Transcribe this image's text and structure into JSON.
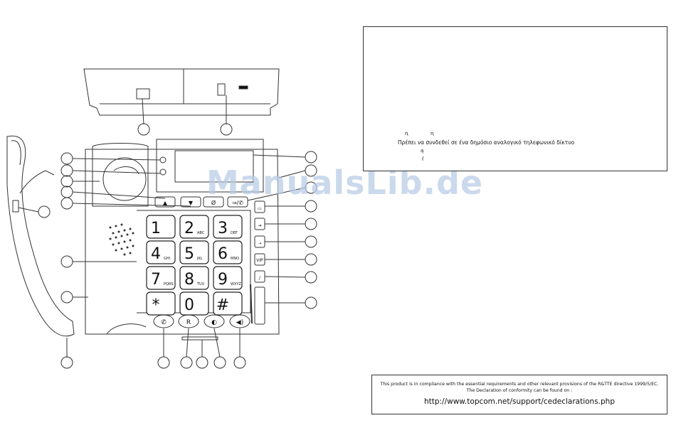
{
  "warning_box": {
    "greek_text": "Πρέπει να συνδεθεί σε ένα δημόσιο αναλογικό τηλεφωνικό δίκτυο",
    "glyph_1": "ꞑ",
    "glyph_2": "ꞑ",
    "glyph_3": "ą",
    "glyph_4": "ſ"
  },
  "compliance_box": {
    "line1": "This product is in compliance with the essential requirements and other relevant provisions of the R&TTE directive 1999/5/EC.",
    "line2": "The Declaration of conformity can be found on :",
    "url": "http://www.topcom.net/support/cedeclarations.php"
  },
  "phone": {
    "keypad": [
      {
        "digit": "1",
        "letters": ""
      },
      {
        "digit": "2",
        "letters": "ABC"
      },
      {
        "digit": "3",
        "letters": "DEF"
      },
      {
        "digit": "4",
        "letters": "GHI"
      },
      {
        "digit": "5",
        "letters": "JKL"
      },
      {
        "digit": "6",
        "letters": "MNO"
      },
      {
        "digit": "7",
        "letters": "PQRS"
      },
      {
        "digit": "8",
        "letters": "TUV"
      },
      {
        "digit": "9",
        "letters": "WXYZ"
      },
      {
        "digit": "*",
        "letters": ""
      },
      {
        "digit": "0",
        "letters": ""
      },
      {
        "digit": "#",
        "letters": ""
      }
    ],
    "side_buttons": [
      "▭",
      "⇥",
      "⇢",
      "VIP",
      "♪"
    ],
    "bottom_buttons": [
      "✆",
      "R",
      "◐",
      "◀)"
    ],
    "nav_buttons": [
      "▲",
      "▼",
      "Ø",
      "⇒/✆"
    ]
  },
  "watermark": "ManualsLib.de"
}
